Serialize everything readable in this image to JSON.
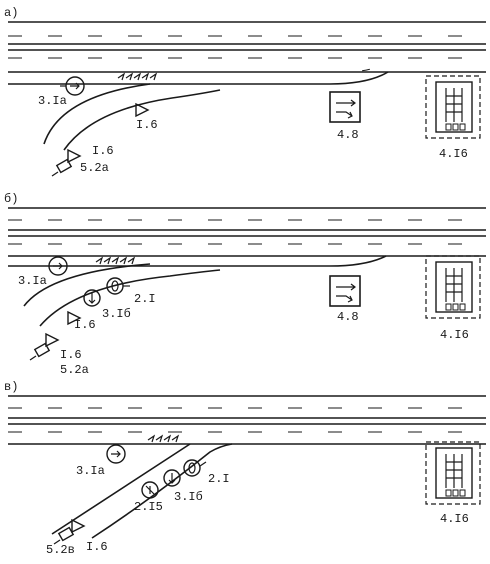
{
  "panels": [
    {
      "id": "a",
      "panel_label": "а)",
      "labels": {
        "sign_3_1a": "3.Iа",
        "sign_1_6_road": "I.6",
        "sign_1_6_pole": "I.6",
        "sign_5_2a": "5.2а",
        "sign_4_8": "4.8",
        "sign_4_16": "4.I6"
      }
    },
    {
      "id": "b",
      "panel_label": "б)",
      "labels": {
        "sign_3_1a": "3.Iа",
        "sign_2_1": "2.I",
        "sign_3_1b": "3.Iб",
        "sign_1_6_road": "I.6",
        "sign_1_6_pole": "I.6",
        "sign_5_2a": "5.2а",
        "sign_4_8": "4.8",
        "sign_4_16": "4.I6"
      }
    },
    {
      "id": "v",
      "panel_label": "в)",
      "labels": {
        "sign_3_1a": "3.Iа",
        "sign_2_1": "2.I",
        "sign_3_1b": "3.Iб",
        "sign_2_15": "2.I5",
        "sign_5_2v": "5.2в",
        "sign_1_6": "I.6",
        "sign_4_16": "4.I6"
      }
    }
  ],
  "colors": {
    "ink": "#1a1a1a",
    "paper": "#ffffff"
  }
}
